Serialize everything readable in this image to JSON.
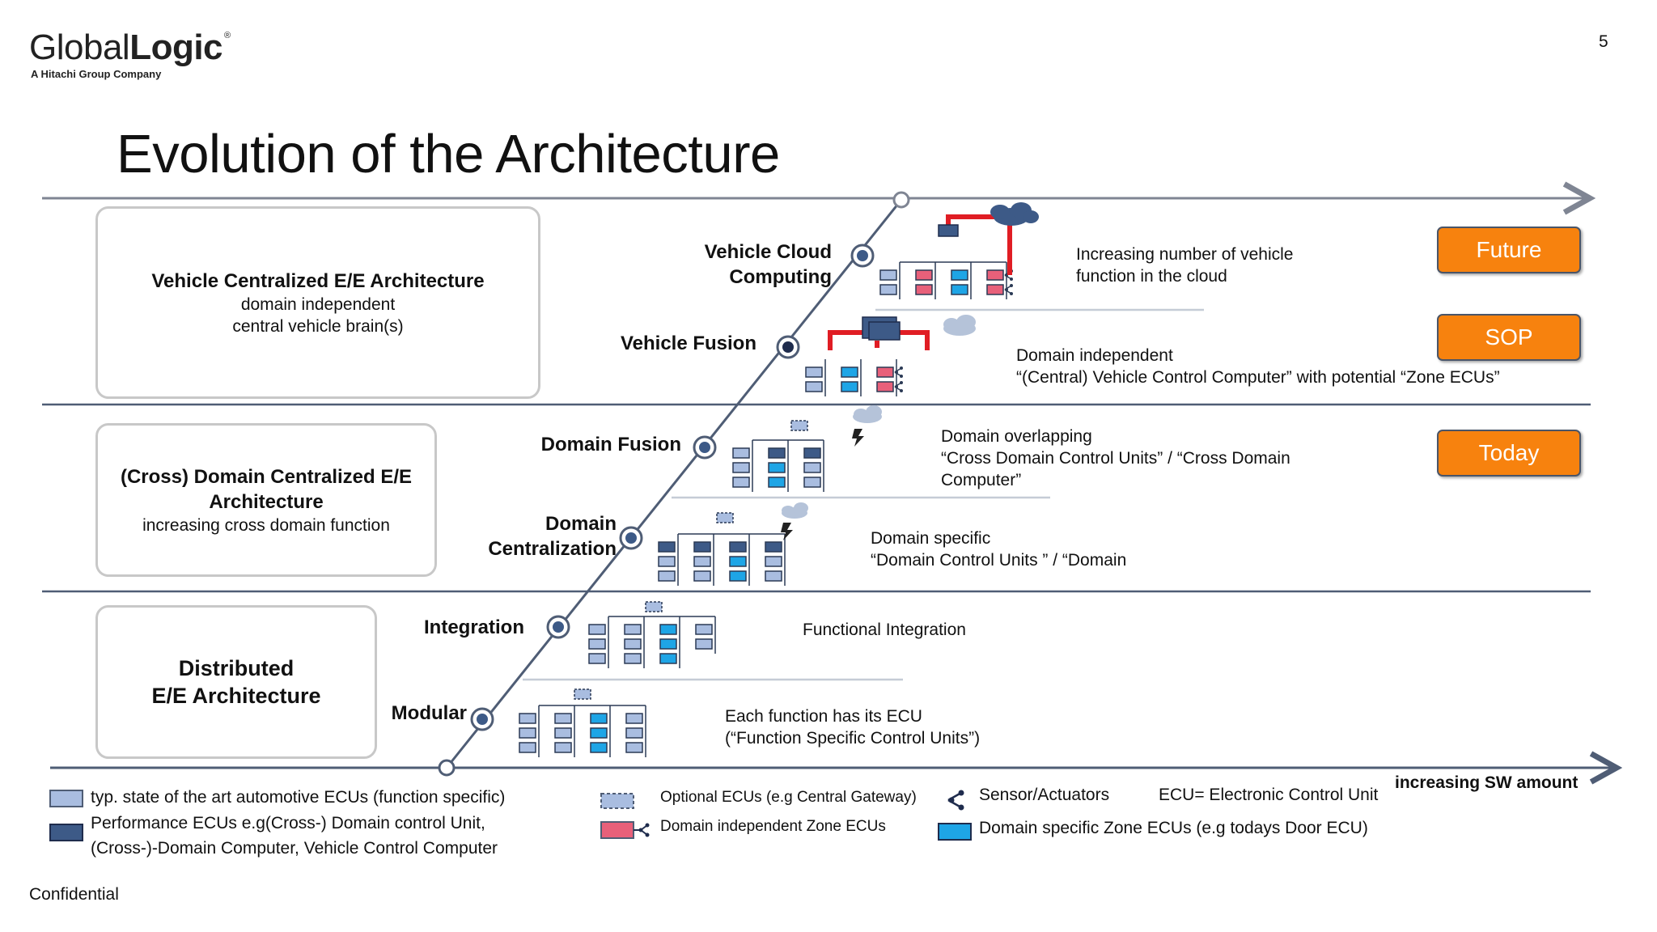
{
  "header": {
    "logo_light": "Global",
    "logo_bold": "Logic",
    "logo_reg": "®",
    "logo_tagline": "A Hitachi Group Company",
    "page_number": "5",
    "title": "Evolution of the Architecture"
  },
  "architectures": [
    {
      "title": "Vehicle Centralized E/E Architecture",
      "line1": "domain independent",
      "line2": "central vehicle brain(s)"
    },
    {
      "title": "(Cross) Domain Centralized E/E Architecture",
      "line1": "increasing cross domain function"
    },
    {
      "title_line1": "Distributed",
      "title_line2": "E/E Architecture"
    }
  ],
  "stages": {
    "vehicle_cloud_1": "Vehicle Cloud",
    "vehicle_cloud_2": "Computing",
    "vehicle_fusion": "Vehicle Fusion",
    "domain_fusion": "Domain Fusion",
    "domain_centralization_1": "Domain",
    "domain_centralization_2": "Centralization",
    "integration": "Integration",
    "modular": "Modular"
  },
  "descriptions": {
    "cloud_1": "Increasing number of vehicle",
    "cloud_2": "function in the cloud",
    "fusion_1": "Domain independent",
    "fusion_2": "“(Central) Vehicle Control Computer” with potential “Zone ECUs”",
    "domain_fusion_1": "Domain overlapping",
    "domain_fusion_2": "“Cross Domain Control Units” / “Cross Domain",
    "domain_fusion_3": "Computer”",
    "domain_central_1": "Domain specific",
    "domain_central_2": "“Domain Control Units ” / “Domain",
    "integration": "Functional Integration",
    "modular_1": "Each function has its ECU",
    "modular_2": "(“Function Specific Control Units”)"
  },
  "badges": {
    "future": "Future",
    "sop": "SOP",
    "today": "Today"
  },
  "axis": {
    "x_label": "increasing SW amount"
  },
  "legend": {
    "typ_ecu": "typ. state of the art automotive ECUs (function specific)",
    "perf_ecu_1": "Performance ECUs e.g(Cross-) Domain control Unit,",
    "perf_ecu_2": "(Cross-)-Domain Computer, Vehicle Control Computer",
    "optional_ecu": "Optional ECUs (e.g Central Gateway)",
    "zone_ecu": "Domain independent Zone ECUs",
    "sensor": "Sensor/Actuators",
    "ecu_def": "ECU= Electronic Control Unit",
    "domain_zone": "Domain specific Zone ECUs (e.g todays Door ECU)"
  },
  "footer": {
    "confidential": "Confidential"
  },
  "colors": {
    "axis": "#7f8593",
    "divider": "#4f5d75",
    "ecu_light": "#a9bde0",
    "ecu_dark": "#3d5a87",
    "zone_red": "#e8607a",
    "zone_blue": "#1ea5e6",
    "badge": "#f7820e",
    "arrow_red": "#e01d24"
  },
  "icons": [
    "ecu-cluster-icon",
    "cloud-icon",
    "lightning-icon",
    "sensor-actuator-icon"
  ]
}
